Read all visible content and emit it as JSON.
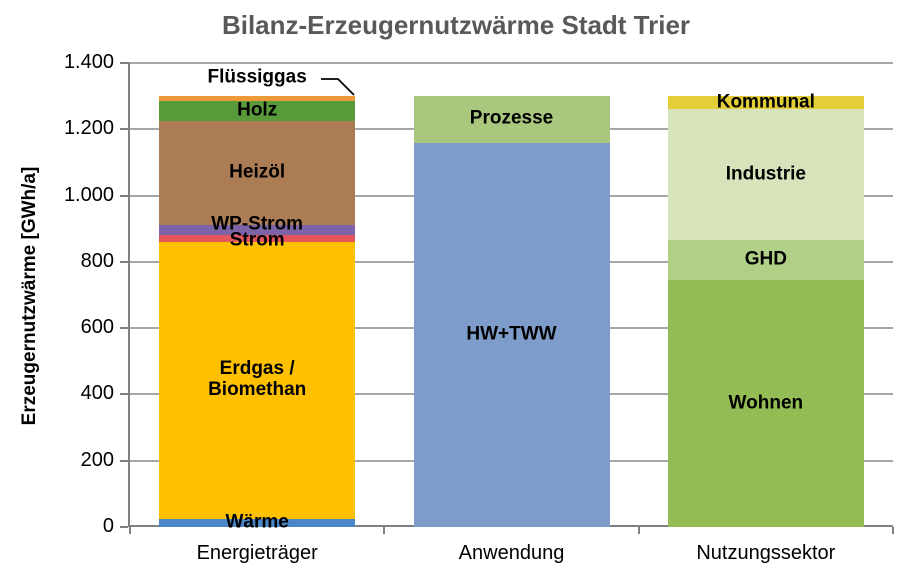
{
  "chart_data": {
    "type": "bar",
    "subtype": "stacked",
    "title": "Bilanz-Erzeugernutzwärme Stadt Trier",
    "ylabel": "Erzeugernutzwärme [GWh/a]",
    "ylim": [
      0,
      1400
    ],
    "ytick_step": 200,
    "ytick_labels": [
      "0",
      "200",
      "400",
      "600",
      "800",
      "1.000",
      "1.200",
      "1.400"
    ],
    "grid": "horizontal",
    "legend": "none, segments labelled inline",
    "categories": [
      "Energieträger",
      "Anwendung",
      "Nutzungssektor"
    ],
    "bars": [
      {
        "category": "Energieträger",
        "total": 1300,
        "segments": [
          {
            "label": "Wärme",
            "value": 25,
            "color": "#4A86C8"
          },
          {
            "label": "Erdgas / Biomethan",
            "label_lines": [
              "Erdgas /",
              "Biomethan"
            ],
            "value": 835,
            "color": "#FFC000"
          },
          {
            "label": "Strom",
            "value": 20,
            "color": "#E2565C"
          },
          {
            "label": "WP-Strom",
            "value": 30,
            "color": "#7D64A8"
          },
          {
            "label": "Heizöl",
            "value": 315,
            "color": "#AC7D54"
          },
          {
            "label": "Holz",
            "value": 60,
            "color": "#599A3B"
          },
          {
            "label": "Flüssiggas",
            "value": 15,
            "color": "#EE9A38",
            "callout": true
          }
        ]
      },
      {
        "category": "Anwendung",
        "total": 1300,
        "segments": [
          {
            "label": "HW+TWW",
            "value": 1160,
            "color": "#7D9CC9"
          },
          {
            "label": "Prozesse",
            "value": 140,
            "color": "#A9C87E"
          }
        ]
      },
      {
        "category": "Nutzungssektor",
        "total": 1300,
        "segments": [
          {
            "label": "Wohnen",
            "value": 745,
            "color": "#94BC55"
          },
          {
            "label": "GHD",
            "value": 120,
            "color": "#AFD086"
          },
          {
            "label": "Industrie",
            "value": 395,
            "color": "#D6E3BB"
          },
          {
            "label": "Kommunal",
            "value": 40,
            "color": "#E3CE38"
          }
        ]
      }
    ],
    "colors": {
      "title_text": "#595959",
      "gridline": "#a6a6a6",
      "axis_line": "#808080",
      "label_text": "#000000"
    }
  }
}
